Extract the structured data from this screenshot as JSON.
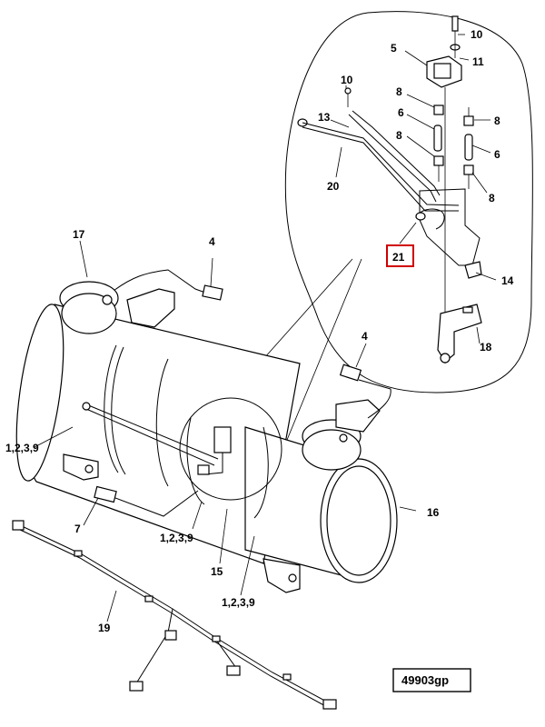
{
  "labels": {
    "p10a": "10",
    "p5": "5",
    "p11": "11",
    "p10b": "10",
    "p8a": "8",
    "p13": "13",
    "p6a": "6",
    "p8b": "8",
    "p6b": "6",
    "p8c": "8",
    "p8d": "8",
    "p20": "20",
    "p21": "21",
    "p14": "14",
    "p17": "17",
    "p4a": "4",
    "p18": "18",
    "p4b": "4",
    "p1239a": "1,2,3,9",
    "p16": "16",
    "p7": "7",
    "p1239b": "1,2,3,9",
    "p15": "15",
    "p1239c": "1,2,3,9",
    "p19": "19"
  },
  "highlight": {
    "color": "#d00000",
    "label": "21"
  },
  "diagram_code": "49903gp"
}
